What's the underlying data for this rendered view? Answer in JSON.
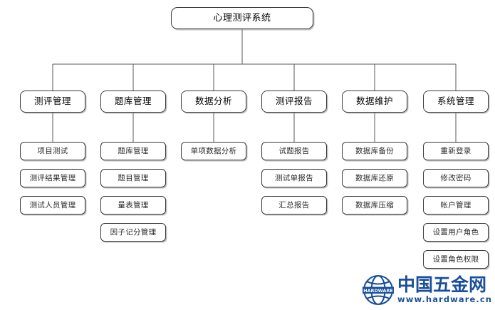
{
  "diagram": {
    "type": "org-chart",
    "orientation": "top-down",
    "root": {
      "label": "心理测评系统"
    },
    "columns": [
      {
        "label": "测评管理",
        "children": [
          {
            "label": "项目测试"
          },
          {
            "label": "测评结果管理"
          },
          {
            "label": "测试人员管理"
          }
        ]
      },
      {
        "label": "题库管理",
        "children": [
          {
            "label": "题库管理"
          },
          {
            "label": "题目管理"
          },
          {
            "label": "量表管理"
          },
          {
            "label": "因子记分管理"
          }
        ]
      },
      {
        "label": "数据分析",
        "children": [
          {
            "label": "单项数据分析"
          }
        ]
      },
      {
        "label": "测评报告",
        "children": [
          {
            "label": "试题报告"
          },
          {
            "label": "测试单报告"
          },
          {
            "label": "汇总报告"
          }
        ]
      },
      {
        "label": "数据维护",
        "children": [
          {
            "label": "数据库备份"
          },
          {
            "label": "数据库还原"
          },
          {
            "label": "数据库压缩"
          }
        ]
      },
      {
        "label": "系统管理",
        "children": [
          {
            "label": "重新登录"
          },
          {
            "label": "修改密码"
          },
          {
            "label": "帐户管理"
          },
          {
            "label": "设置用户角色"
          },
          {
            "label": "设置角色权限"
          }
        ]
      }
    ]
  },
  "watermark": {
    "globe_badge_text": "HARDWARE",
    "site_name": "中国五金网",
    "site_url": "www.hardware.cn",
    "color": "#1a4f9c"
  },
  "style": {
    "line_color": "#595959",
    "box_border": "#3a3a3a",
    "background": "#ffffff"
  }
}
